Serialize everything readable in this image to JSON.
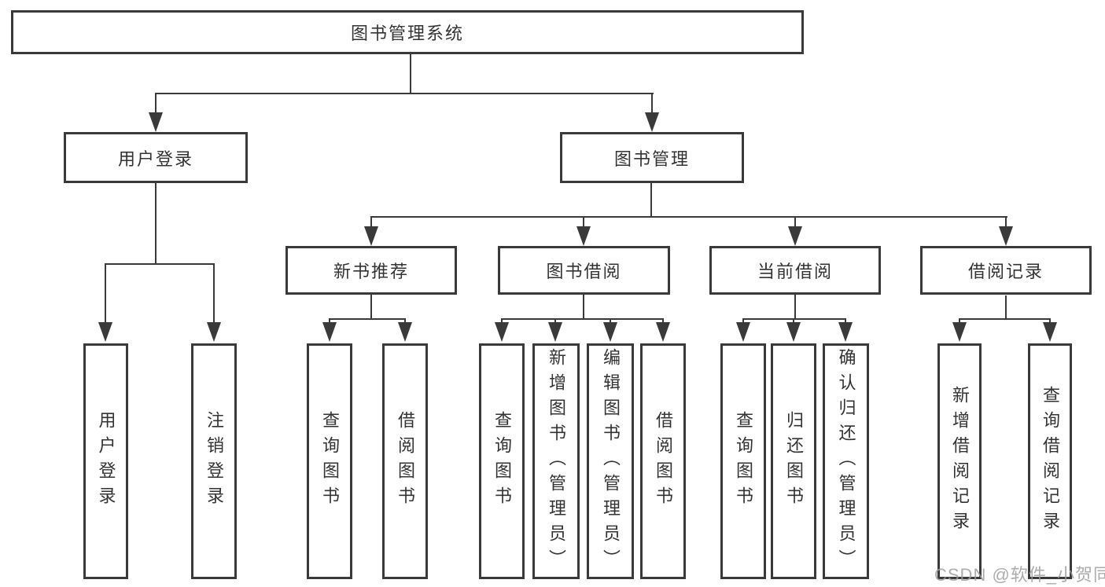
{
  "tree": {
    "root": {
      "label": "图书管理系统"
    },
    "level2": {
      "user_login": {
        "label": "用户登录"
      },
      "book_mgmt": {
        "label": "图书管理"
      }
    },
    "level3": {
      "new_books": {
        "label": "新书推荐"
      },
      "borrowing": {
        "label": "图书借阅"
      },
      "current": {
        "label": "当前借阅"
      },
      "records": {
        "label": "借阅记录"
      }
    },
    "leaves": {
      "user_login": [
        "用户登录",
        "注销登录"
      ],
      "new_books": [
        "查询图书",
        "借阅图书"
      ],
      "borrowing": [
        "查询图书",
        "新增图书（管理员）",
        "编辑图书（管理员）",
        "借阅图书"
      ],
      "current": [
        "查询图书",
        "归还图书",
        "确认归还（管理员）"
      ],
      "records": [
        "新增借阅记录",
        "查询借阅记录"
      ]
    }
  },
  "watermark": {
    "text": "CSDN @软件_小贺同学"
  },
  "colors": {
    "line": "#3a3a3a",
    "text": "#333333",
    "watermark": "#9e9e9e",
    "background": "#ffffff"
  }
}
